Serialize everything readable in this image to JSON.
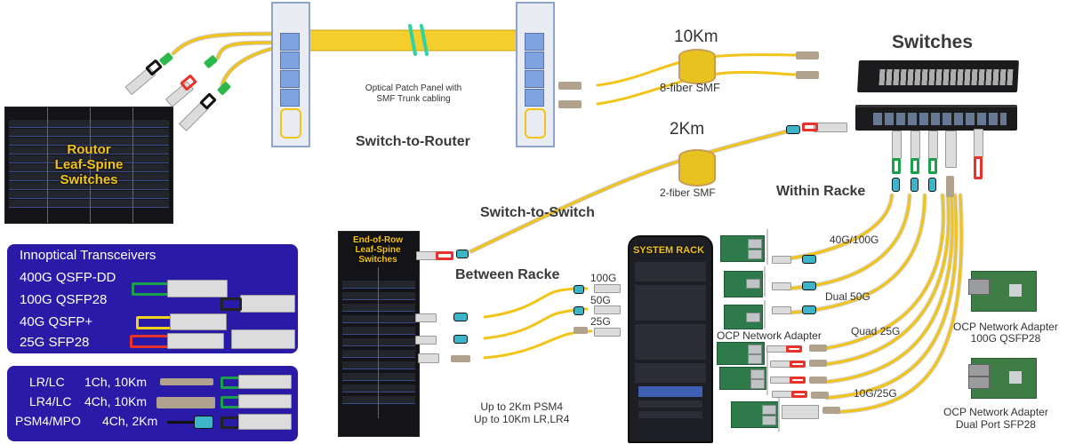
{
  "diagram": {
    "title_labels": {
      "switches": "Switches",
      "switch_to_router": "Switch-to-Router",
      "switch_to_switch": "Switch-to-Switch",
      "between_racke": "Between Racke",
      "within_racke": "Within Racke"
    },
    "router_block": {
      "label_lines": [
        "Routor",
        "Leaf-Spine",
        "Switches"
      ]
    },
    "end_of_row_block": {
      "label_lines": [
        "End-of-Row",
        "Leaf-Spine",
        "Switches"
      ]
    },
    "system_rack": {
      "label": "SYSTEM RACK"
    },
    "patch_panel": {
      "caption_lines": [
        "Optical Patch Panel with",
        "SMF Trunk cabling"
      ]
    },
    "spool_10km": {
      "distance": "10Km",
      "fiber": "8-fiber SMF"
    },
    "spool_2km": {
      "distance": "2Km",
      "fiber": "2-fiber SMF"
    },
    "between_racks_speeds": [
      "100G",
      "50G",
      "25G"
    ],
    "between_racks_note": [
      "Up to 2Km PSM4",
      "Up to 10Km LR,LR4"
    ],
    "within_rack_speeds": {
      "a": "40G/100G",
      "b": "Dual 50G",
      "c": "Quad 25G",
      "d": "10G/25G"
    },
    "ocp_labels": {
      "left": "OCP Network Adapter",
      "right_top": [
        "OCP Network Adapter",
        "100G QSFP28"
      ],
      "right_bottom": [
        "OCP Network Adapter",
        "Dual Port SFP28"
      ]
    }
  },
  "transceiver_legend": {
    "title": "Innoptical Transceivers",
    "items": [
      {
        "label": "400G QSFP-DD",
        "color": "#1aa04a"
      },
      {
        "label": "100G QSFP28",
        "color": "#222222"
      },
      {
        "label": "40G QSFP+",
        "color": "#f2d21b"
      },
      {
        "label": "25G SFP28",
        "color": "#e8322a"
      }
    ]
  },
  "connector_legend": {
    "items": [
      {
        "type": "LR/LC",
        "spec": "1Ch, 10Km"
      },
      {
        "type": "LR4/LC",
        "spec": "4Ch, 10Km"
      },
      {
        "type": "PSM4/MPO",
        "spec": "4Ch, 2Km"
      }
    ]
  },
  "colors": {
    "panel_bg": "#2a1aa8",
    "fiber_yellow": "#f2c417",
    "label_yellow": "#f2c417",
    "trunk_break": "#2fd3a5"
  }
}
